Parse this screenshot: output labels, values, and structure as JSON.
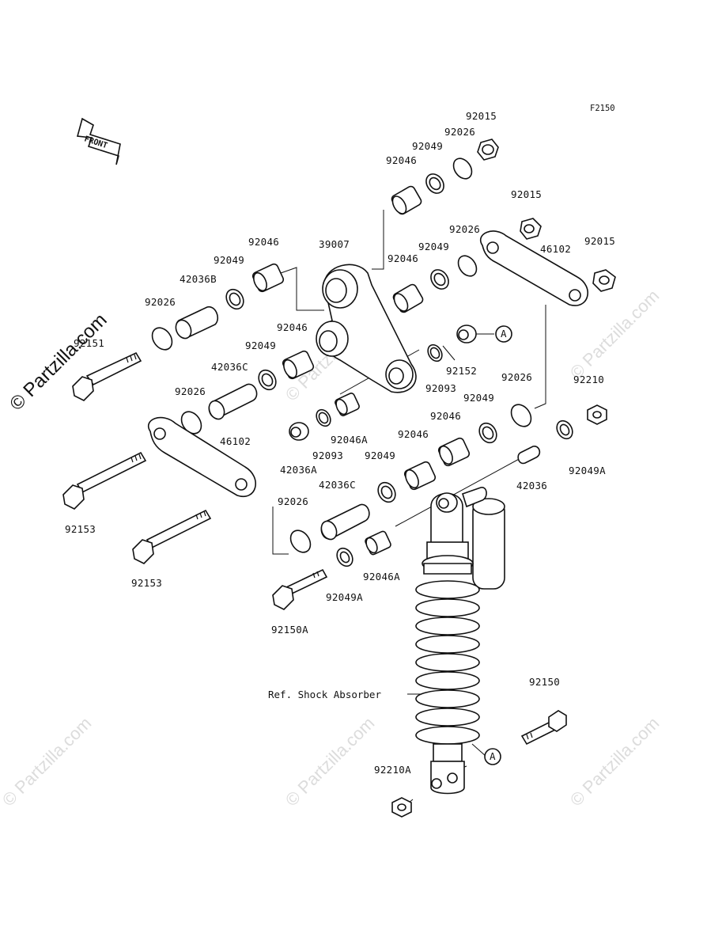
{
  "diagram": {
    "code": "F2150",
    "front_label": "FRONT",
    "ref_label": "Ref. Shock Absorber",
    "circle_marker": "A",
    "watermark_main": "© Partzilla.com",
    "watermark_repeat": "© Partzilla.com",
    "parts": {
      "p1": "92015",
      "p2": "92026",
      "p3": "92049",
      "p4": "92046",
      "p5": "92015",
      "p6": "92015",
      "p7": "39007",
      "p8": "92046",
      "p9": "92049",
      "p10": "42036B",
      "p11": "92026",
      "p12": "92049",
      "p13": "92046",
      "p14": "46102",
      "p15": "92026",
      "p16": "92151",
      "p17": "92046",
      "p18": "92049",
      "p19": "42036C",
      "p20": "92152",
      "p21": "92093",
      "p22": "92026",
      "p23": "92049",
      "p24": "92210",
      "p25": "92026",
      "p26": "46102",
      "p27": "92046A",
      "p28": "92046",
      "p29": "92046",
      "p30": "42036A",
      "p31": "92093",
      "p32": "92049",
      "p33": "92049A",
      "p34": "42036",
      "p35": "42036C",
      "p36": "92153",
      "p37": "92026",
      "p38": "92153",
      "p39": "92046A",
      "p40": "92049A",
      "p41": "92150A",
      "p42": "92150",
      "p43": "92210A"
    }
  }
}
